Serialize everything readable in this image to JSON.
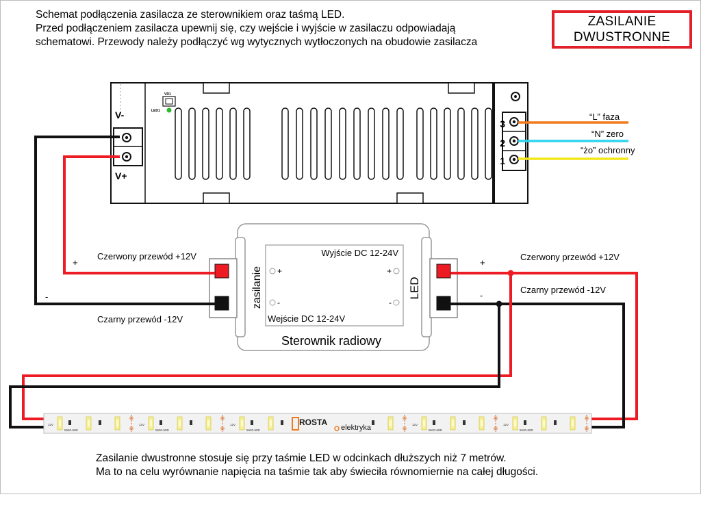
{
  "header": {
    "line1": "Schemat podłączenia zasilacza ze sterownikiem oraz taśmą LED.",
    "line2": "Przed podłączeniem zasilacza upewnij się, czy wejście i wyjście w zasilaczu odpowiadają",
    "line3": "schematowi. Przewody należy podłączyć wg wytycznych wytłoczonych na obudowie zasilacza"
  },
  "badge": {
    "line1": "ZASILANIE",
    "line2": "DWUSTRONNE"
  },
  "psu": {
    "vminus": "V-",
    "vplus": "V+",
    "vr_label": "VR1",
    "led_label": "LED1",
    "terminal_numbers": [
      "3",
      "2",
      "1"
    ],
    "mains": [
      {
        "label": "“L” faza",
        "color": "#f07b1f"
      },
      {
        "label": "“N” zero",
        "color": "#2fd3ee"
      },
      {
        "label": "“żo” ochronny",
        "color": "#f3e61a"
      }
    ]
  },
  "wires": {
    "red": "#ed1c24",
    "black": "#111111"
  },
  "controller": {
    "name": "Sterownik radiowy",
    "input_side": "zasilanie",
    "output_side": "LED",
    "output_label": "Wyjście DC 12-24V",
    "input_label": "Wejście DC 12-24V",
    "plus": "+",
    "minus": "-"
  },
  "left_wires": {
    "red_label": "Czerwony przewód +12V",
    "black_label": "Czarny przewód -12V",
    "plus": "+",
    "minus": "-"
  },
  "right_wires": {
    "red_label": "Czerwony przewód +12V",
    "black_label": "Czarny przewód -12V",
    "plus": "+",
    "minus": "-"
  },
  "strip": {
    "voltage_label": "12V",
    "chip_label": "5630-60D",
    "logo_word1": "ROSTA",
    "logo_word2": "elektryka"
  },
  "footer": {
    "line1": "Zasilanie dwustronne stosuje się przy taśmie LED w odcinkach dłuższych niż 7 metrów.",
    "line2": "Ma to na celu wyrównanie napięcia na taśmie tak aby świeciła równomiernie na całej długości."
  }
}
